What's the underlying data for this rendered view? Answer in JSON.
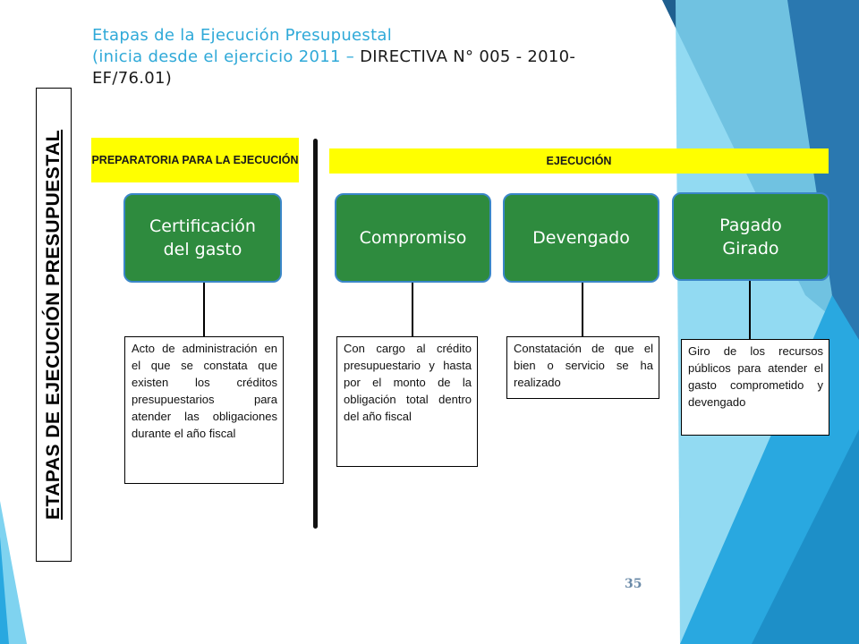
{
  "slide": {
    "title_line1": "Etapas de la Ejecución Presupuestal",
    "title_line2_blue": "(inicia desde el ejercicio 2011 – ",
    "title_line2_dark": "DIRECTIVA N° 005 - 2010-",
    "title_line3_dark": "EF/76.01)",
    "vertical_label": "ETAPAS DE EJECUCIÓN PRESUPUESTAL",
    "page_number": "35"
  },
  "phases": {
    "preparatory": "PREPARATORIA PARA LA EJECUCIÓN",
    "execution": "EJECUCIÓN"
  },
  "stages": [
    {
      "name_line1": "Certificación",
      "name_line2": "del gasto",
      "description": "Acto de administración en el que se constata que existen los créditos presupuestarios para atender las obligaciones durante el año fiscal"
    },
    {
      "name_line1": "Compromiso",
      "name_line2": "",
      "description": "Con cargo al crédito presupuestario y hasta por el monto de la obligación total dentro del año fiscal"
    },
    {
      "name_line1": "Devengado",
      "name_line2": "",
      "description": "Constatación de que el bien o servicio se ha realizado"
    },
    {
      "name_line1": "Pagado",
      "name_line2": "Girado",
      "description": "Giro de los recursos públicos para atender el gasto comprometido y devengado"
    }
  ],
  "colors": {
    "stage_fill": "#2e8b3e",
    "stage_border": "#3a86c8",
    "phase_fill": "#ffff00",
    "title_blue": "#2fa9d8"
  }
}
